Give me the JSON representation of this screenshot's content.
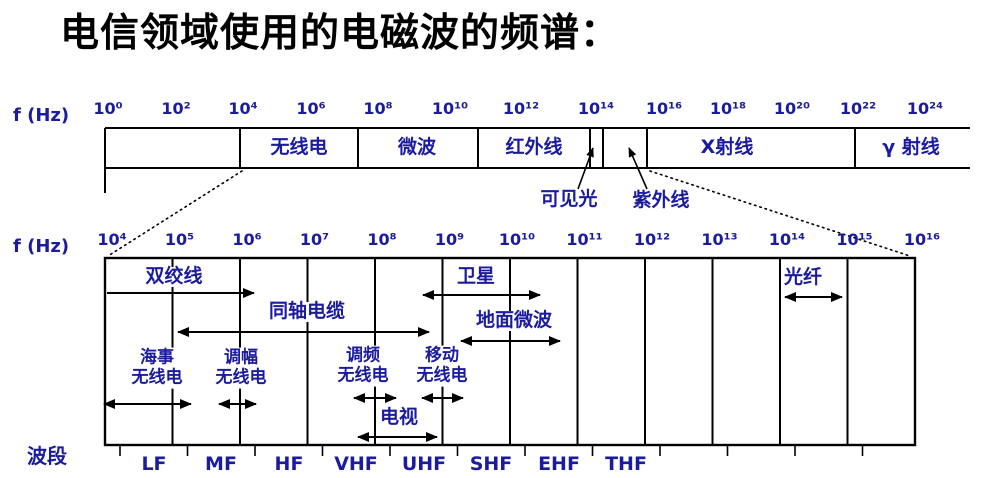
{
  "title": "电信领域使用的电磁波的频谱：",
  "colors": {
    "label_blue": "#1b1b9e",
    "line_black": "#000000",
    "background": "#ffffff"
  },
  "top_spectrum": {
    "axis_label": "f (Hz)",
    "ticks": [
      "10⁰",
      "10²",
      "10⁴",
      "10⁶",
      "10⁸",
      "10¹⁰",
      "10¹²",
      "10¹⁴",
      "10¹⁶",
      "10¹⁸",
      "10²⁰",
      "10²²",
      "10²⁴"
    ],
    "regions": [
      "无线电",
      "微波",
      "红外线",
      "X射线",
      "γ 射线"
    ],
    "callouts": [
      "可见光",
      "紫外线"
    ]
  },
  "expanded_spectrum": {
    "axis_label": "f (Hz)",
    "ticks": [
      "10⁴",
      "10⁵",
      "10⁶",
      "10⁷",
      "10⁸",
      "10⁹",
      "10¹⁰",
      "10¹¹",
      "10¹²",
      "10¹³",
      "10¹⁴",
      "10¹⁵",
      "10¹⁶"
    ],
    "technologies": {
      "twisted_pair": "双绞线",
      "coaxial_cable": "同轴电缆",
      "satellite": "卫星",
      "terrestrial_microwave": "地面微波",
      "maritime_radio_line1": "海事",
      "maritime_radio_line2": "无线电",
      "am_radio_line1": "调幅",
      "am_radio_line2": "无线电",
      "fm_radio_line1": "调频",
      "fm_radio_line2": "无线电",
      "mobile_radio_line1": "移动",
      "mobile_radio_line2": "无线电",
      "tv": "电视",
      "optical_fiber": "光纤"
    }
  },
  "bands": {
    "axis_label": "波段",
    "labels": [
      "LF",
      "MF",
      "HF",
      "VHF",
      "UHF",
      "SHF",
      "EHF",
      "THF"
    ]
  }
}
